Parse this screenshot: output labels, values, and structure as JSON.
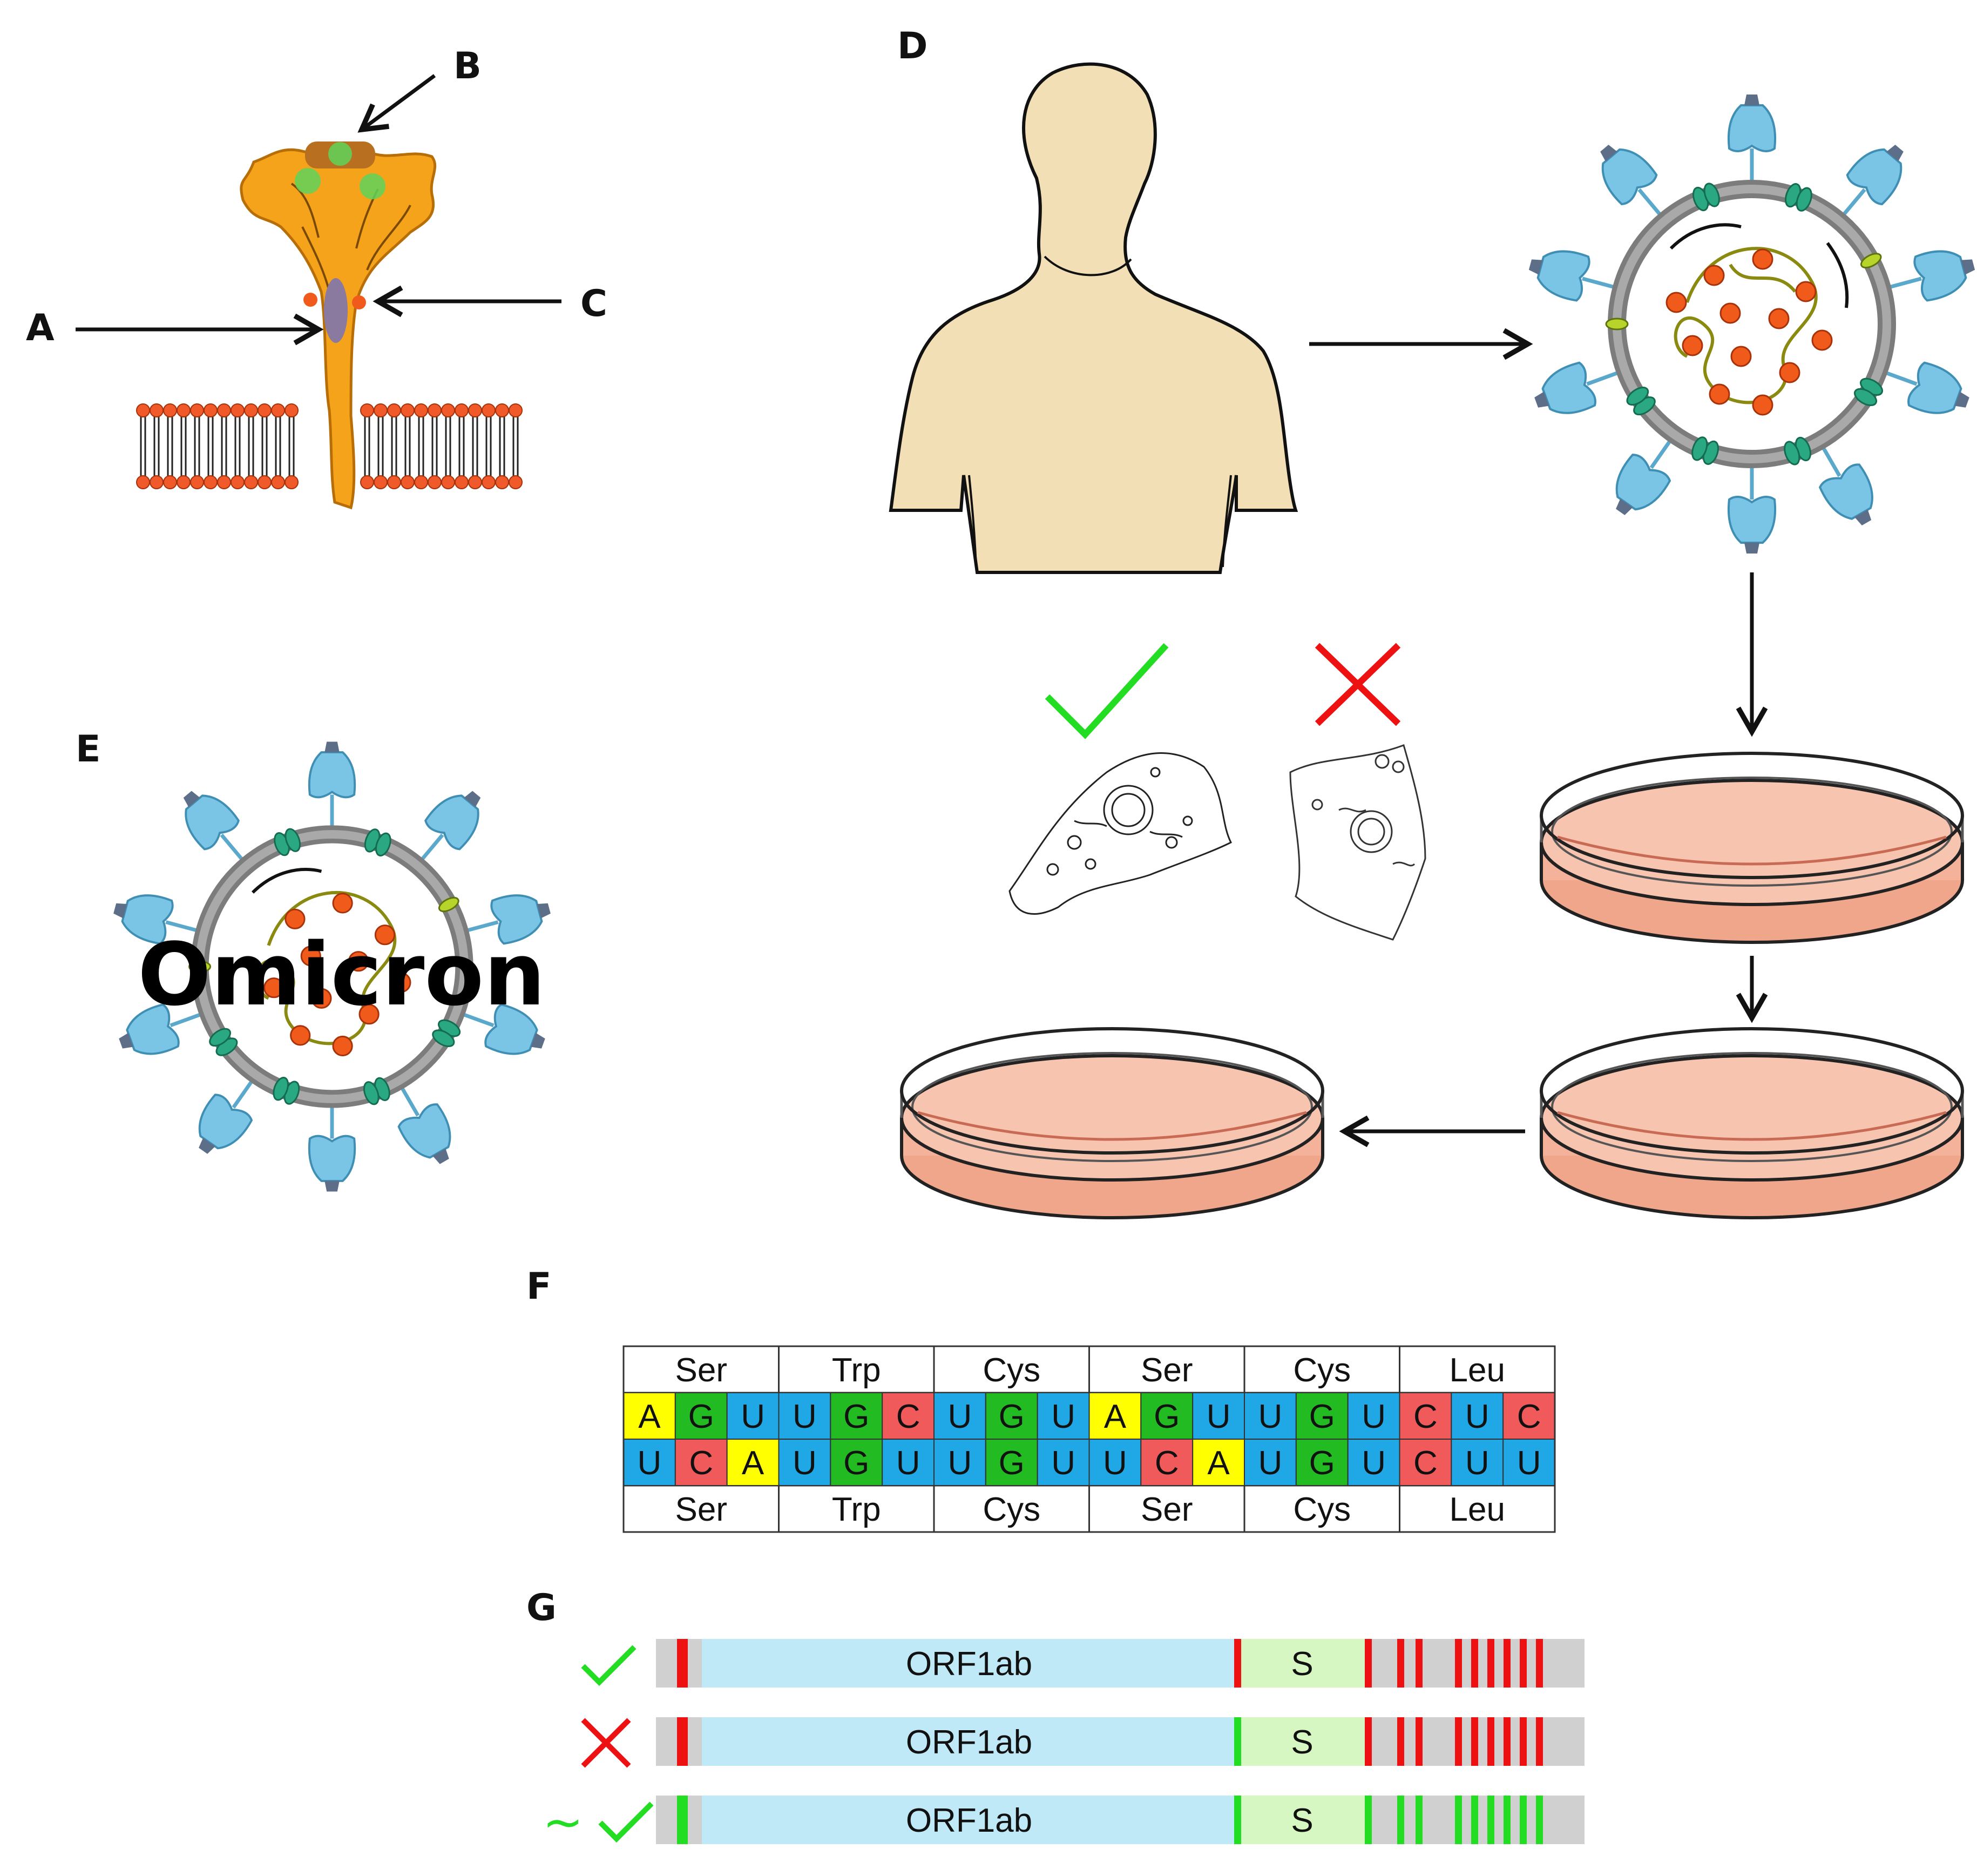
{
  "panel_labels": {
    "A": "A",
    "B": "B",
    "C": "C",
    "D": "D",
    "E": "E",
    "F": "F",
    "G": "G"
  },
  "virus_label": "Omicron",
  "sequence_table": {
    "top_amino_acids": [
      "Ser",
      "Trp",
      "Cys",
      "Ser",
      "Cys",
      "Leu"
    ],
    "top_nucleotides": [
      "A",
      "G",
      "U",
      "U",
      "G",
      "C",
      "U",
      "G",
      "U",
      "A",
      "G",
      "U",
      "U",
      "G",
      "U",
      "C",
      "U",
      "C"
    ],
    "bottom_nucleotides": [
      "U",
      "C",
      "A",
      "U",
      "G",
      "U",
      "U",
      "G",
      "U",
      "U",
      "C",
      "A",
      "U",
      "G",
      "U",
      "C",
      "U",
      "U"
    ],
    "bottom_amino_acids": [
      "Ser",
      "Trp",
      "Cys",
      "Ser",
      "Cys",
      "Leu"
    ],
    "nucleotide_colors": {
      "A": "#ffff00",
      "G": "#22bb22",
      "U": "#1fa7e6",
      "C": "#f05a5a"
    }
  },
  "genome_tracks": {
    "gene_labels": {
      "orf": "ORF1ab",
      "spike": "S"
    },
    "tracks": [
      {
        "status_icon": "check-icon",
        "mutation_color": "#ee1111",
        "prefix": ""
      },
      {
        "status_icon": "cross-icon",
        "mutation_color": "#ee1111",
        "prefix": ""
      },
      {
        "status_icon": "check-icon",
        "mutation_color": "#22dd22",
        "prefix": "~"
      }
    ],
    "track_colors": {
      "backbone": "#d0d0d0",
      "orf": "#bfe9f7",
      "spike": "#d6f7c2"
    }
  },
  "colors": {
    "check": "#22dd22",
    "cross": "#ee1111",
    "receptor": "#f5a31a",
    "lipid_head": "#f05a2a",
    "virus_spike": "#7ac5e6",
    "virus_envelope": "#7c7c7c",
    "dish_medium": "#f4b29a"
  }
}
